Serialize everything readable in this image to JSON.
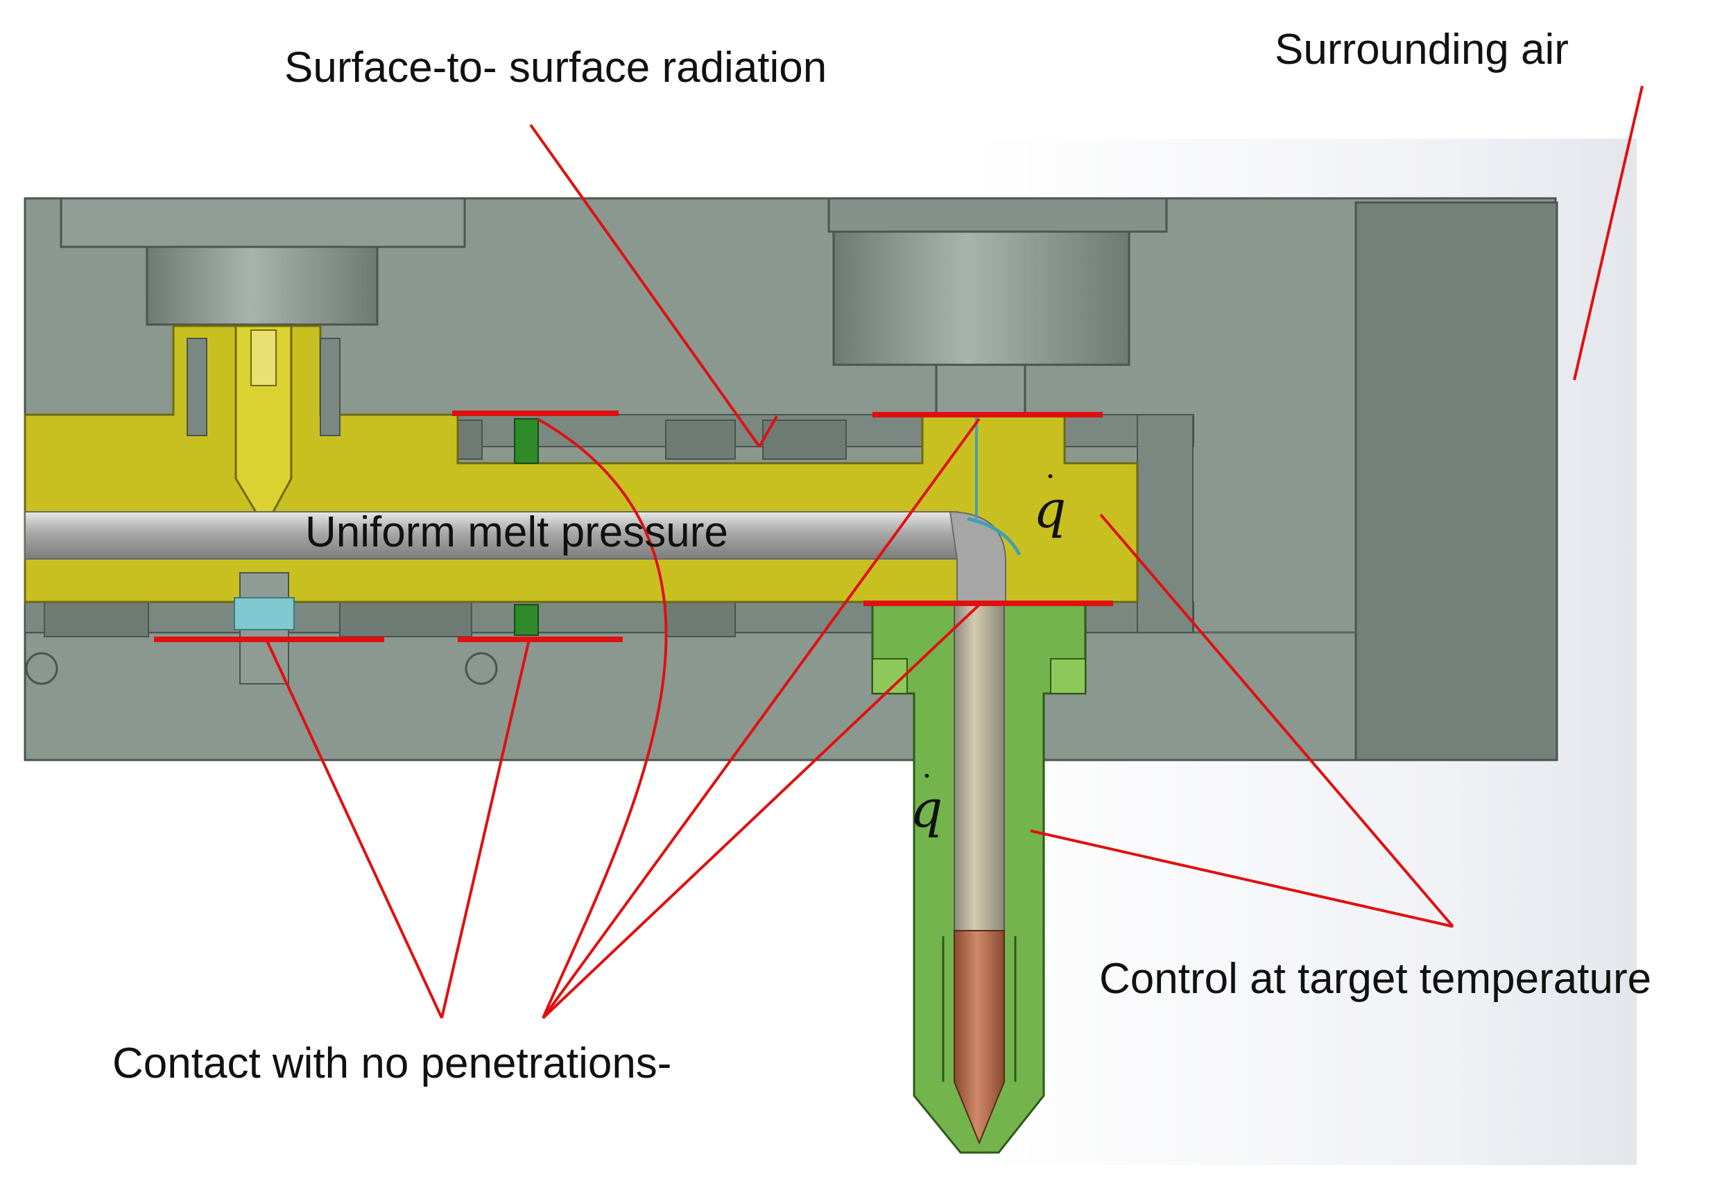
{
  "labels": {
    "radiation": "Surface-to- surface radiation",
    "air": "Surrounding air",
    "pressure": "Uniform melt pressure",
    "control": "Control at target temperature",
    "contact": "Contact with no penetrations-"
  },
  "symbols": {
    "heat_flux_upper": "q",
    "heat_flux_lower": "q",
    "dot": "˙"
  },
  "colors": {
    "mold_plate": "#8a9890",
    "manifold": "#c8c020",
    "nozzle": "#74b44c",
    "annotation": "#e01010",
    "melt_channel": "#b8b8b8",
    "tip": "#b8704c"
  }
}
